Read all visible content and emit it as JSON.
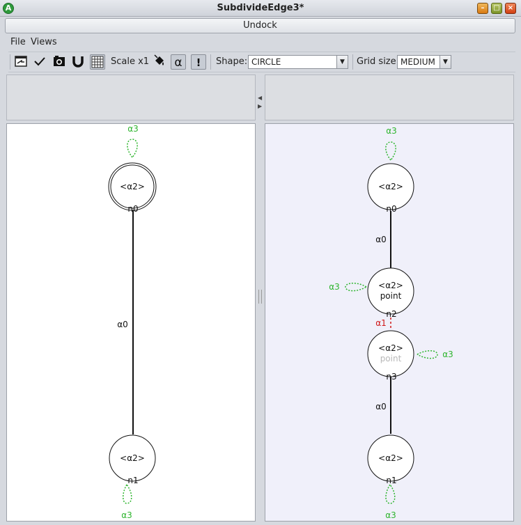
{
  "window": {
    "title": "SubdivideEdge3*",
    "app_icon_letter": "A"
  },
  "undock_label": "Undock",
  "menu": [
    "File",
    "Views"
  ],
  "toolbar": {
    "scale_label": "Scale x1",
    "alpha_symbol": "α",
    "warning_symbol": "!",
    "shape_label": "Shape:",
    "shape_value": "CIRCLE",
    "grid_label": "Grid size:",
    "grid_value": "MEDIUM"
  },
  "left_graph": {
    "nodes": [
      {
        "id": "n0",
        "label": "<α2>",
        "sub": "",
        "double": true
      },
      {
        "id": "n1",
        "label": "<α2>",
        "sub": "",
        "double": false
      }
    ],
    "edges": [
      {
        "label": "α0"
      }
    ],
    "loops": [
      "α3",
      "α3"
    ]
  },
  "right_graph": {
    "nodes": [
      {
        "id": "n0",
        "label": "<α2>",
        "sub": ""
      },
      {
        "id": "n2",
        "label": "<α2>",
        "sub": "point"
      },
      {
        "id": "n3",
        "label": "<α2>",
        "sub": "point"
      },
      {
        "id": "n1",
        "label": "<α2>",
        "sub": ""
      }
    ],
    "edges": [
      {
        "label": "α0"
      },
      {
        "label": "α1"
      },
      {
        "label": "α0"
      }
    ],
    "loops": [
      "α3",
      "α3",
      "α3",
      "α3"
    ]
  },
  "colors": {
    "loop": "#2fb52f",
    "alpha1": "#d01818",
    "faded": "#b8b8b8"
  }
}
